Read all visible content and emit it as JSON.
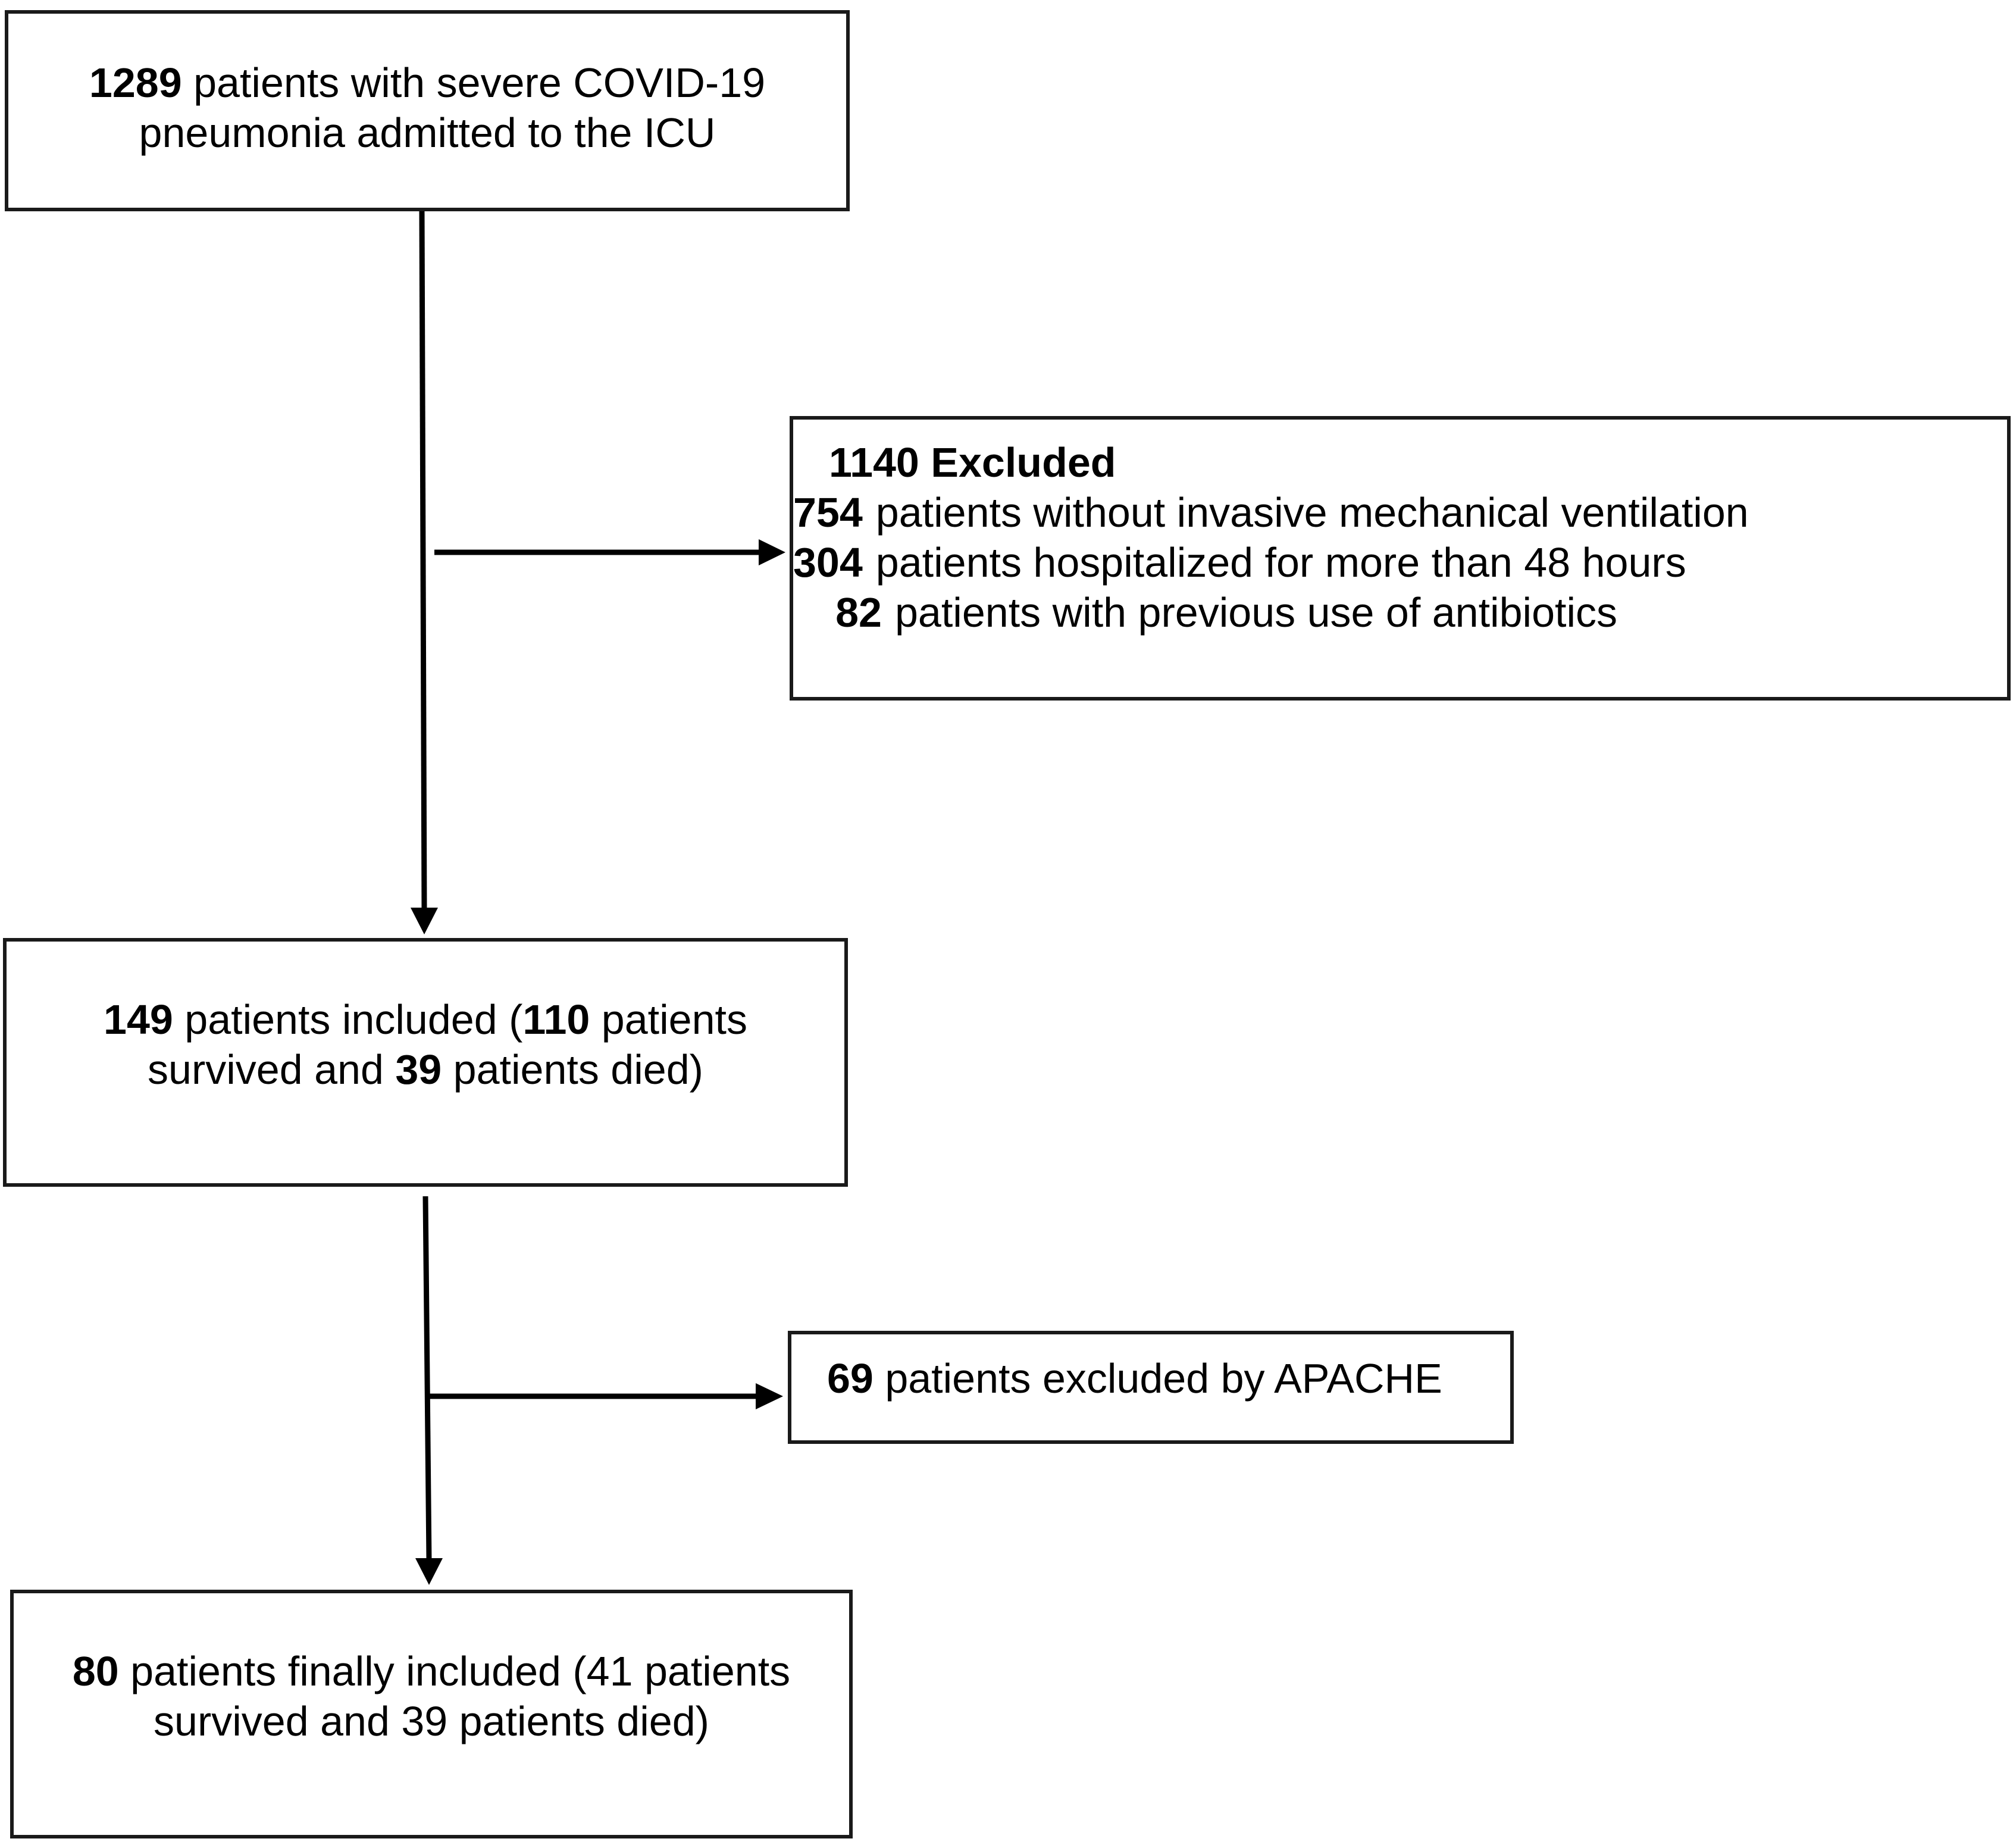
{
  "start": {
    "line1_num": "1289",
    "line1_text": " patients with severe COVID-19",
    "line2_text": "pneumonia admitted to the ICU"
  },
  "exclusion1": {
    "header": "1140 Excluded",
    "items": [
      {
        "num": "754",
        "text": "patients without invasive mechanical ventilation"
      },
      {
        "num": "304",
        "text": "patients hospitalized for more than 48 hours"
      },
      {
        "num": "82",
        "text": "patients with previous use of antibiotics"
      }
    ]
  },
  "included": {
    "total": "149",
    "text_a": " patients included (",
    "survived": "110",
    "text_b": " patients",
    "text_c": "survived and ",
    "died": "39",
    "text_d": " patients died)"
  },
  "exclusion2": {
    "num": "69",
    "text": " patients excluded by APACHE"
  },
  "final": {
    "total": "80",
    "text_a": " patients finally included (41 patients",
    "text_b": "survived and 39 patients died)"
  }
}
